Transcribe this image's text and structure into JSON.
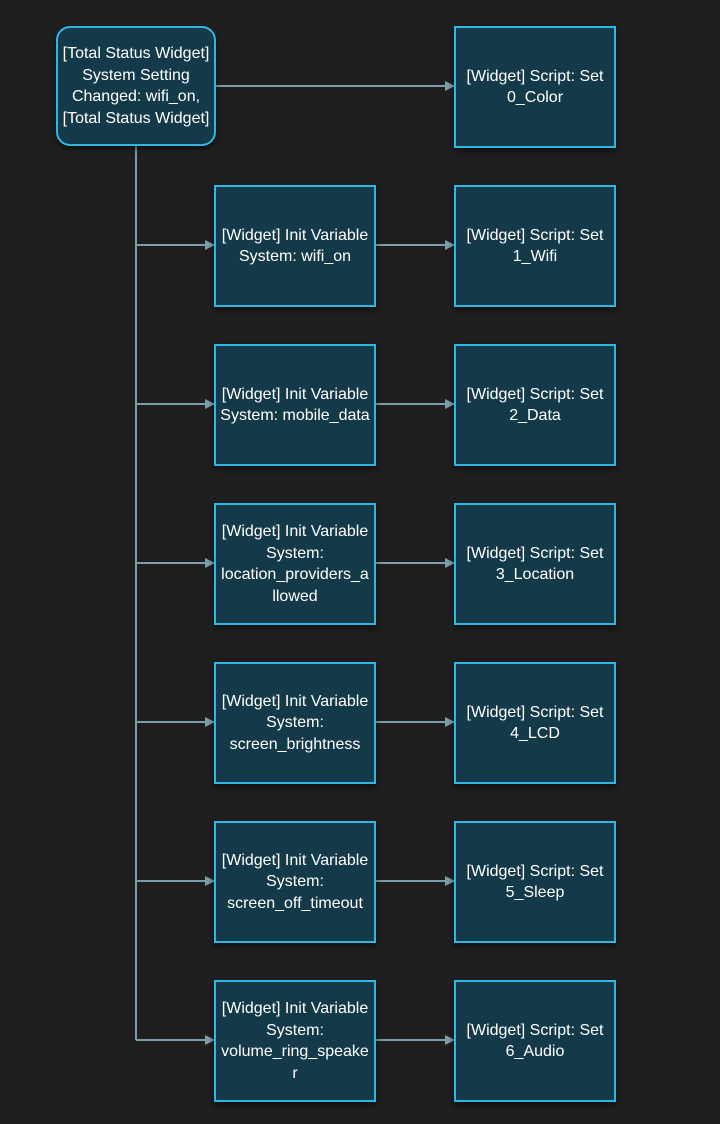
{
  "colors": {
    "background": "#1f1f1f",
    "node_fill": "#143a4a",
    "node_border": "#2fb7e3",
    "edge": "#7a9eaa",
    "text": "#ffffff"
  },
  "trigger": {
    "label": "[Total Status Widget] System Setting Changed: wifi_on, [Total Status Widget]"
  },
  "rows": [
    {
      "init": "",
      "script": "[Widget] Script: Set 0_Color"
    },
    {
      "init": "[Widget] Init Variable System: wifi_on",
      "script": "[Widget] Script: Set 1_Wifi"
    },
    {
      "init": "[Widget] Init Variable System: mobile_data",
      "script": "[Widget] Script: Set 2_Data"
    },
    {
      "init": "[Widget] Init Variable System: location_providers_allowed",
      "script": "[Widget] Script: Set 3_Location"
    },
    {
      "init": "[Widget] Init Variable System: screen_brightness",
      "script": "[Widget] Script: Set 4_LCD"
    },
    {
      "init": "[Widget] Init Variable System: screen_off_timeout",
      "script": "[Widget] Script: Set 5_Sleep"
    },
    {
      "init": "[Widget] Init Variable System: volume_ring_speaker",
      "script": "[Widget] Script: Set 6_Audio"
    }
  ]
}
